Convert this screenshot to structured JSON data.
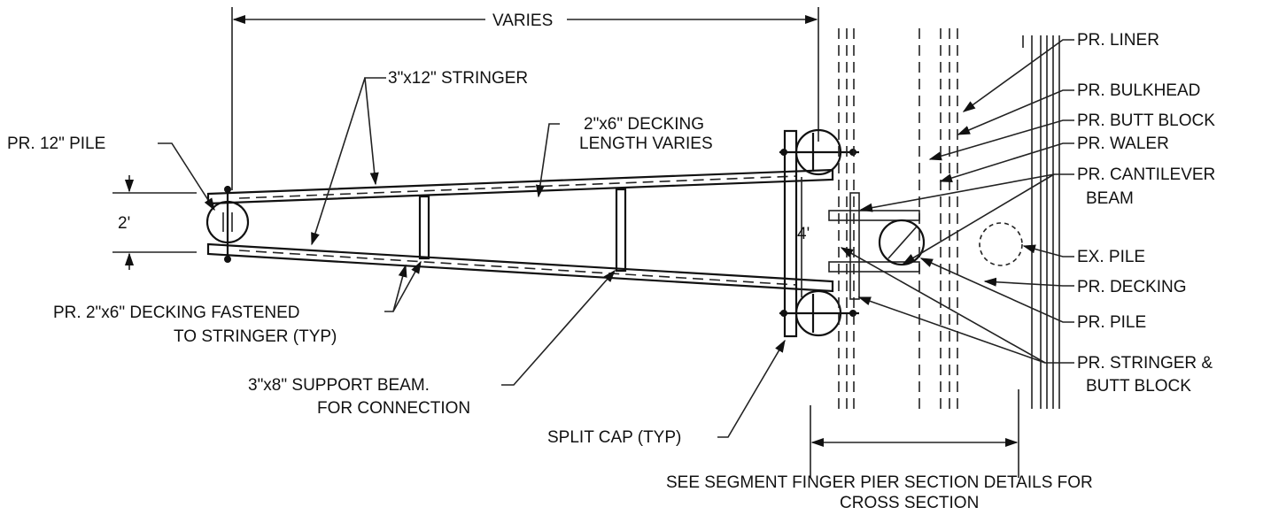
{
  "labels": {
    "varies": "VARIES",
    "stringer": "3\"x12\" STRINGER",
    "decking_line1": "2\"x6\" DECKING",
    "decking_line2": "LENGTH  VARIES",
    "pile_12": "PR. 12\" PILE",
    "dim_2ft": "2'",
    "dim_4ft": "4'",
    "decking_fastened_line1": "PR. 2\"x6\" DECKING FASTENED",
    "decking_fastened_line2": "TO STRINGER (TYP)",
    "support_beam_line1": "3\"x8\" SUPPORT BEAM.",
    "support_beam_line2": "FOR CONNECTION",
    "split_cap": "SPLIT CAP (TYP)",
    "pr_liner": "PR. LINER",
    "pr_bulkhead": "PR. BULKHEAD",
    "pr_butt_block": "PR. BUTT BLOCK",
    "pr_waler": "PR. WALER",
    "pr_cantilever_line1": "PR. CANTILEVER",
    "pr_cantilever_line2": "BEAM",
    "ex_pile": "EX. PILE",
    "pr_decking": "PR. DECKING",
    "pr_pile": "PR. PILE",
    "pr_stringer_line1": "PR. STRINGER &",
    "pr_stringer_line2": "BUTT BLOCK",
    "see_segment_line1": "SEE SEGMENT FINGER PIER SECTION DETAILS FOR",
    "see_segment_line2": "CROSS SECTION"
  }
}
